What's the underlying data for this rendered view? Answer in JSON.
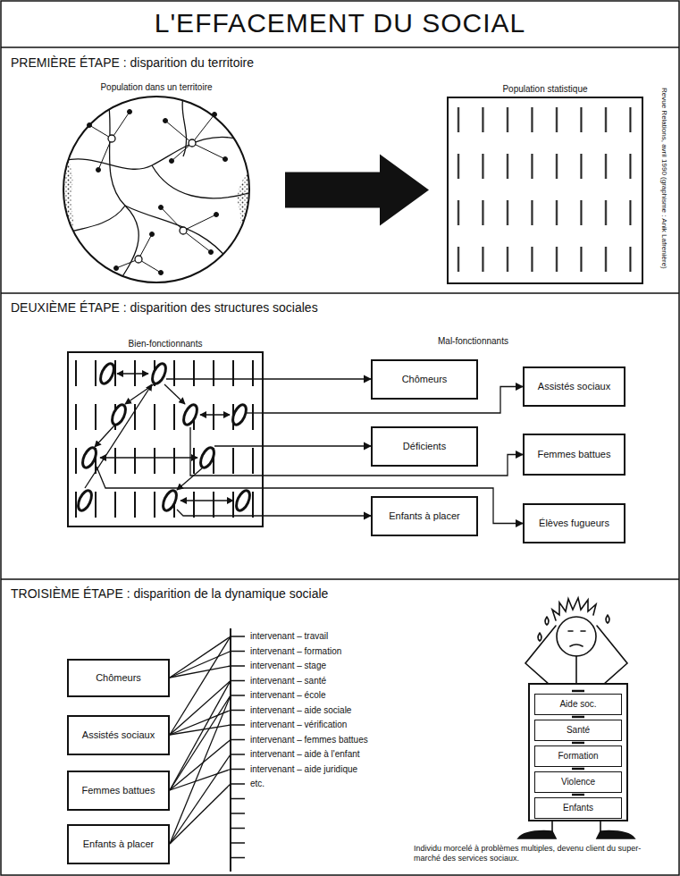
{
  "diagram": {
    "title": "L'EFFACEMENT DU SOCIAL",
    "nodes": [
      {
        "text": [
          "Population dans un territoire"
        ]
      },
      {
        "text": [
          "Population statistique"
        ]
      },
      {
        "text": [
          "Bien-fonctionnants"
        ]
      },
      {
        "text": [
          "Chômeurs"
        ]
      },
      {
        "text": [
          "Assistés sociaux"
        ]
      },
      {
        "text": [
          "Déficients"
        ]
      },
      {
        "text": [
          "Femmes battues"
        ]
      },
      {
        "text": [
          "Enfants à placer"
        ]
      },
      {
        "text": [
          "Élèves fugueurs"
        ]
      },
      {
        "text": [
          "Chômeurs"
        ]
      },
      {
        "text": [
          "Assistés sociaux"
        ]
      },
      {
        "text": [
          "Femmes battues"
        ]
      },
      {
        "text": [
          "Enfants à placer"
        ]
      },
      {
        "text": [
          "Aide soc."
        ]
      },
      {
        "text": [
          "Santé"
        ]
      },
      {
        "text": [
          "Formation"
        ]
      },
      {
        "text": [
          "Violence"
        ]
      },
      {
        "text": [
          "Enfants"
        ]
      }
    ],
    "edges": [
      {
        "from": 0,
        "to": 1,
        "arrow": "to"
      },
      {
        "from": 2,
        "to": 3,
        "arrow": "to"
      },
      {
        "from": 2,
        "to": 5,
        "arrow": "to"
      },
      {
        "from": 2,
        "to": 7,
        "arrow": "to"
      },
      {
        "from": 2,
        "to": 4,
        "arrow": "to"
      },
      {
        "from": 2,
        "to": 6,
        "arrow": "to"
      },
      {
        "from": 2,
        "to": 8,
        "arrow": "to"
      }
    ],
    "labels": [
      "PREMIÈRE ÉTAPE : disparition du territoire",
      "Revue Relations, avril 1990 (graphisme : Anik Lafrenière)",
      "DEUXIÈME ÉTAPE : disparition des structures sociales",
      "Mal-fonctionnants",
      "TROISIÈME ÉTAPE : disparition de la dynamique sociale",
      "intervenant – travail",
      "intervenant – formation",
      "intervenant – stage",
      "intervenant – santé",
      "intervenant – école",
      "intervenant – aide sociale",
      "intervenant – vérification",
      "intervenant – femmes battues",
      "intervenant – aide à l'enfant",
      "intervenant – aide juridique",
      "etc.",
      "Individu morcelé à problèmes multiples, devenu client du super-marché des services sociaux."
    ]
  }
}
